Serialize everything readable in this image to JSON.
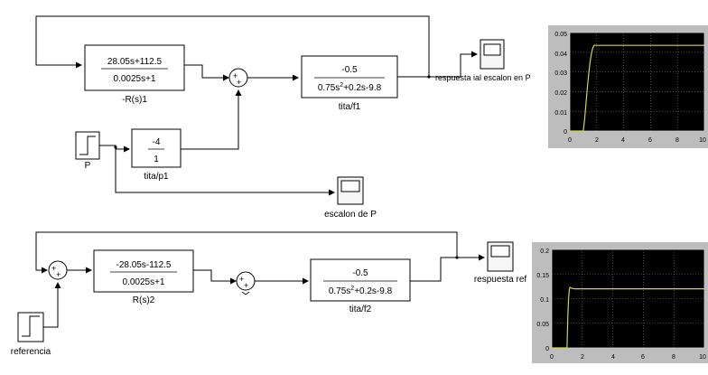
{
  "top_diagram": {
    "controller": {
      "num": "28.05s+112.5",
      "den": "0.0025s+1",
      "label": "-R(s)1"
    },
    "plant": {
      "num": "-0.5",
      "den_a": "0.75s",
      "den_sup": "2",
      "den_b": "+0.2s-9.8",
      "label": "tita/f1"
    },
    "disturbance_tf": {
      "num": "-4",
      "den": "1",
      "label": "tita/p1"
    },
    "step_label": "P",
    "sum_signs": [
      "+",
      "+"
    ],
    "scope_output_label": "respuesta ial escalon en P",
    "scope_step_label": "escalon de P"
  },
  "bottom_diagram": {
    "controller": {
      "num": "-28.05s-112.5",
      "den": "0.0025s+1",
      "label": "R(s)2"
    },
    "plant": {
      "num": "-0.5",
      "den_a": "0.75s",
      "den_sup": "2",
      "den_b": "+0.2s-9.8",
      "label": "tita/f2"
    },
    "step_label": "referencia",
    "sum1_signs": [
      "+",
      "+"
    ],
    "sum2_signs": [
      "+",
      "+"
    ],
    "scope_output_label": "respuesta ref"
  },
  "scope_plot_1": {
    "y_ticks": [
      "0.05",
      "0.04",
      "0.03",
      "0.02",
      "0.01",
      "0"
    ],
    "x_ticks": [
      "0",
      "2",
      "4",
      "6",
      "8",
      "10"
    ]
  },
  "scope_plot_2": {
    "y_ticks": [
      "0.2",
      "0.15",
      "0.1",
      "0.05",
      "0"
    ],
    "x_ticks": [
      "0",
      "2",
      "4",
      "6",
      "8",
      "10"
    ]
  },
  "chart_data": [
    {
      "type": "line",
      "x": [
        0,
        1,
        1.1,
        1.2,
        1.3,
        1.4,
        1.5,
        1.6,
        1.7,
        1.8,
        2.0,
        2.5,
        3,
        4,
        6,
        8,
        10
      ],
      "series": [
        {
          "values": [
            0,
            0,
            0.006,
            0.014,
            0.022,
            0.029,
            0.035,
            0.039,
            0.042,
            0.0435,
            0.0435,
            0.0435,
            0.0435,
            0.0435,
            0.0435,
            0.0435,
            0.0435
          ]
        }
      ],
      "xlim": [
        0,
        10
      ],
      "ylim": [
        0,
        0.05
      ],
      "grid": true,
      "colors": {
        "background": "#000000",
        "line": "#d4d44a",
        "grid": "#7a7a7a",
        "frame": "#bdbdbd"
      }
    },
    {
      "type": "line",
      "x": [
        0,
        1,
        1.05,
        1.1,
        1.15,
        1.2,
        1.3,
        1.5,
        2,
        4,
        6,
        8,
        10
      ],
      "series": [
        {
          "values": [
            0,
            0,
            0.06,
            0.1,
            0.118,
            0.123,
            0.121,
            0.12,
            0.12,
            0.12,
            0.12,
            0.12,
            0.12
          ]
        }
      ],
      "xlim": [
        0,
        10
      ],
      "ylim": [
        0,
        0.2
      ],
      "grid": true,
      "colors": {
        "background": "#000000",
        "line": "#d4d44a",
        "grid": "#7a7a7a",
        "frame": "#bdbdbd"
      }
    }
  ]
}
